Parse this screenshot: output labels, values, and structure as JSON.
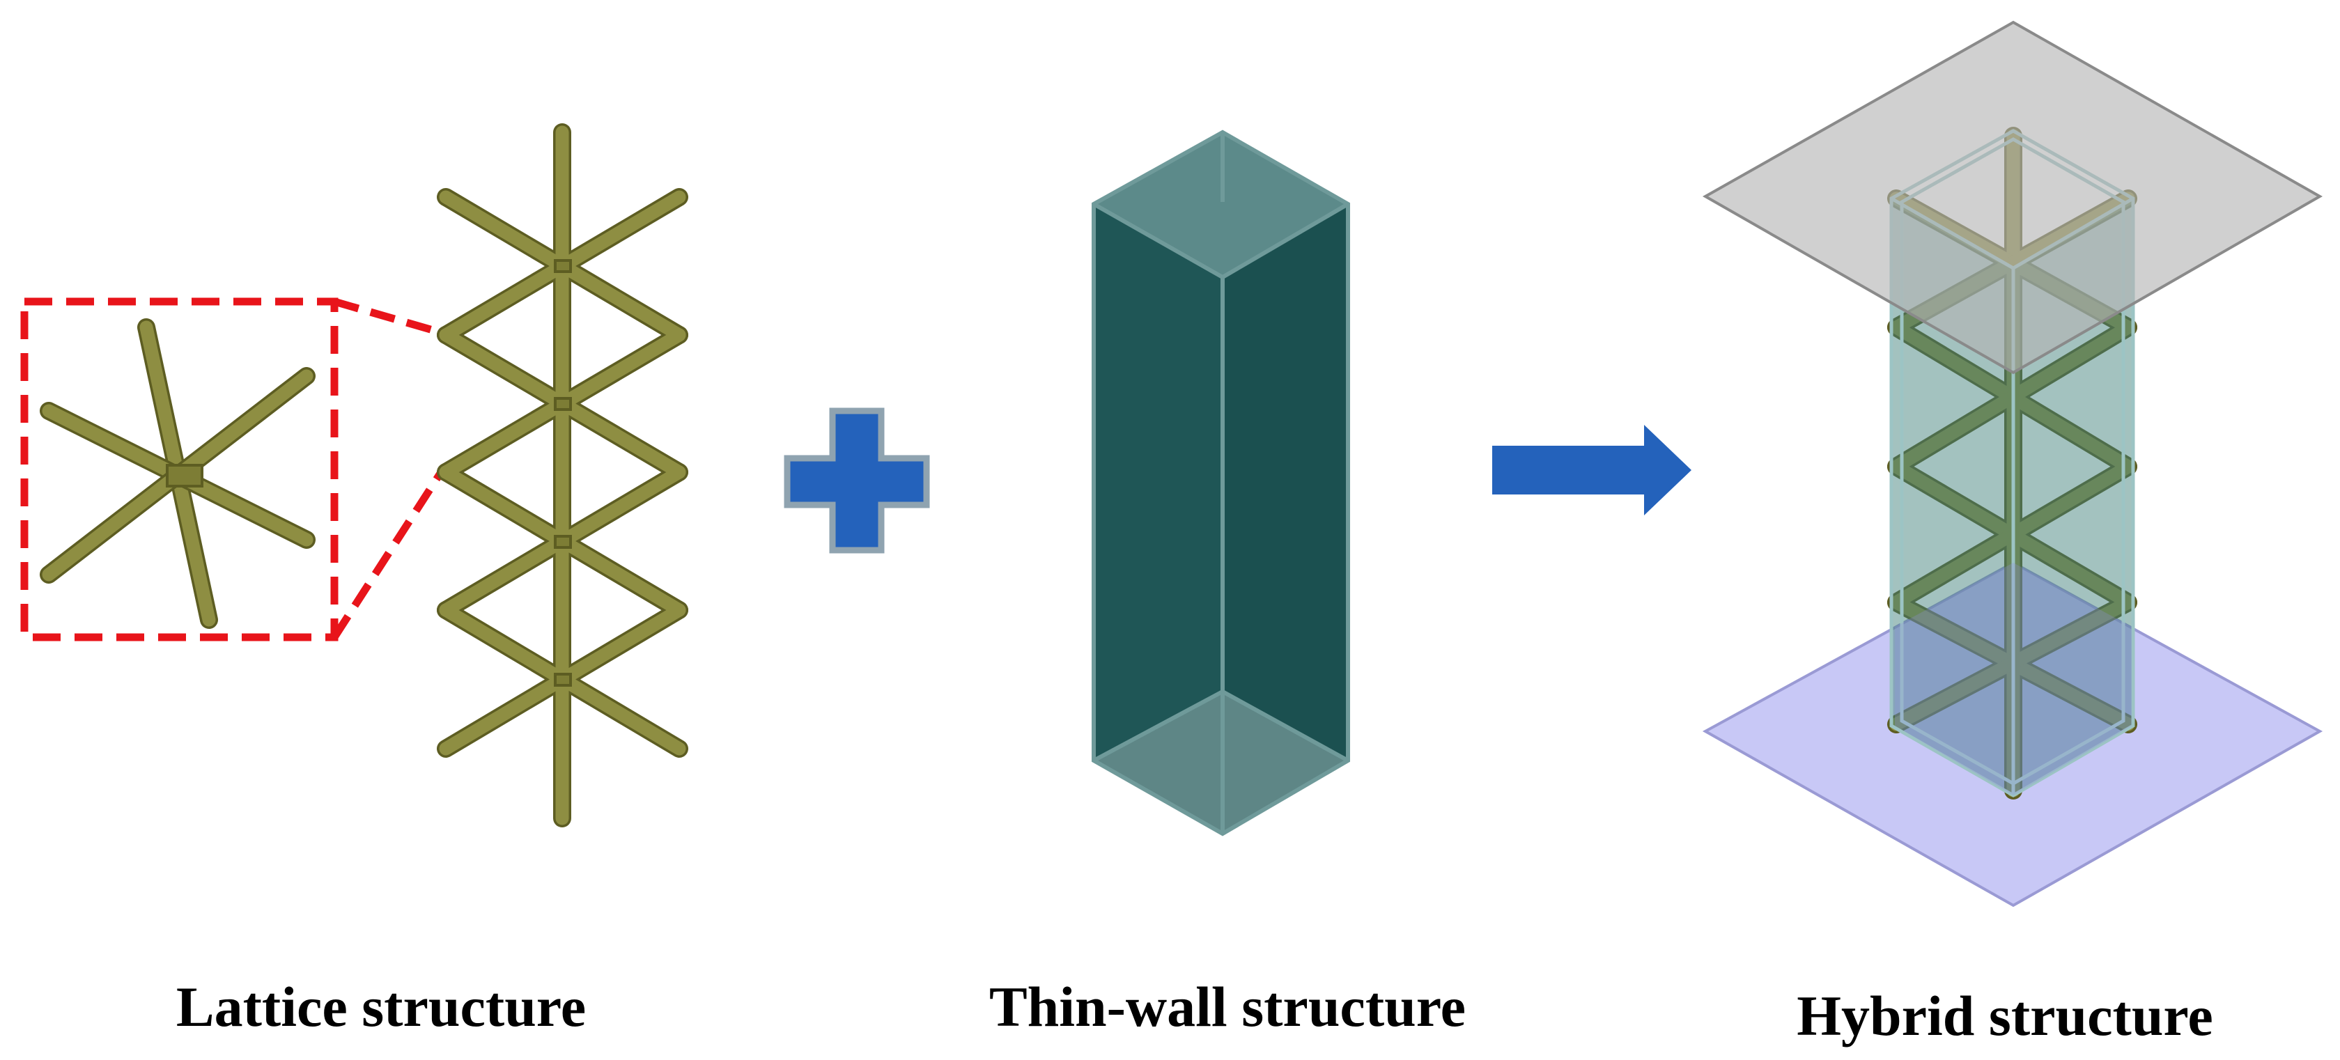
{
  "captions": {
    "lattice": "Lattice structure",
    "thin_wall": "Thin-wall structure",
    "hybrid": "Hybrid structure"
  },
  "colors": {
    "strut_fill": "#8e8e42",
    "strut_edge": "#5d5d22",
    "callout": "#e8141a",
    "plus": "#2462bb",
    "plus_outline": "#8fa3b0",
    "arrow": "#2462bb",
    "wall_dark": "#1f5656",
    "wall_top": "#5c8a8a",
    "plate_top": "#c2c2c2",
    "plate_bottom": "#c8c8f6"
  },
  "icons": {
    "plus": "plus-icon",
    "arrow": "right-arrow-icon"
  }
}
